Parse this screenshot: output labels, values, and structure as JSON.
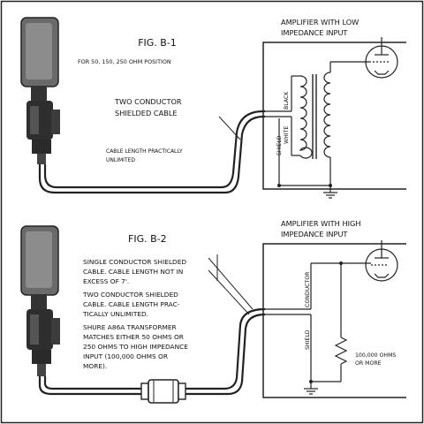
{
  "fig1": {
    "title": "FIG. B-1",
    "position_note": "FOR 50, 150, 250 OHM POSITION",
    "cable_line1": "TWO CONDUCTOR",
    "cable_line2": "SHIELDED CABLE",
    "length_line1": "CABLE LENGTH PRACTICALLY",
    "length_line2": "UNLIMITED",
    "amp_line1": "AMPLIFIER WITH LOW",
    "amp_line2": "IMPEDANCE INPUT",
    "wire_black": "BLACK",
    "wire_white": "WHITE",
    "wire_shield": "SHIELD"
  },
  "fig2": {
    "title": "FIG. B-2",
    "note1_line1": "SINGLE CONDUCTOR SHIELDED",
    "note1_line2": "CABLE. CABLE LENGTH NOT IN",
    "note1_line3": "EXCESS OF 7'.",
    "note2_line1": "TWO CONDUCTOR SHIELDED",
    "note2_line2": "CABLE. CABLE LENGTH PRAC-",
    "note2_line3": "TICALLY UNLIMITED.",
    "note3_line1": "SHURE A86A TRANSFORMER",
    "note3_line2": "MATCHES EITHER 50 OHMS OR",
    "note3_line3": "250 OHMS TO HIGH IMPEDANCE",
    "note3_line4": "INPUT (100,000 OHMS OR",
    "note3_line5": "MORE).",
    "amp_line1": "AMPLIFIER WITH HIGH",
    "amp_line2": "IMPEDANCE INPUT",
    "wire_conductor": "CONDUCTOR",
    "wire_shield": "SHIELD",
    "resistor_line1": "100,000 OHMS",
    "resistor_line2": "OR MORE"
  }
}
